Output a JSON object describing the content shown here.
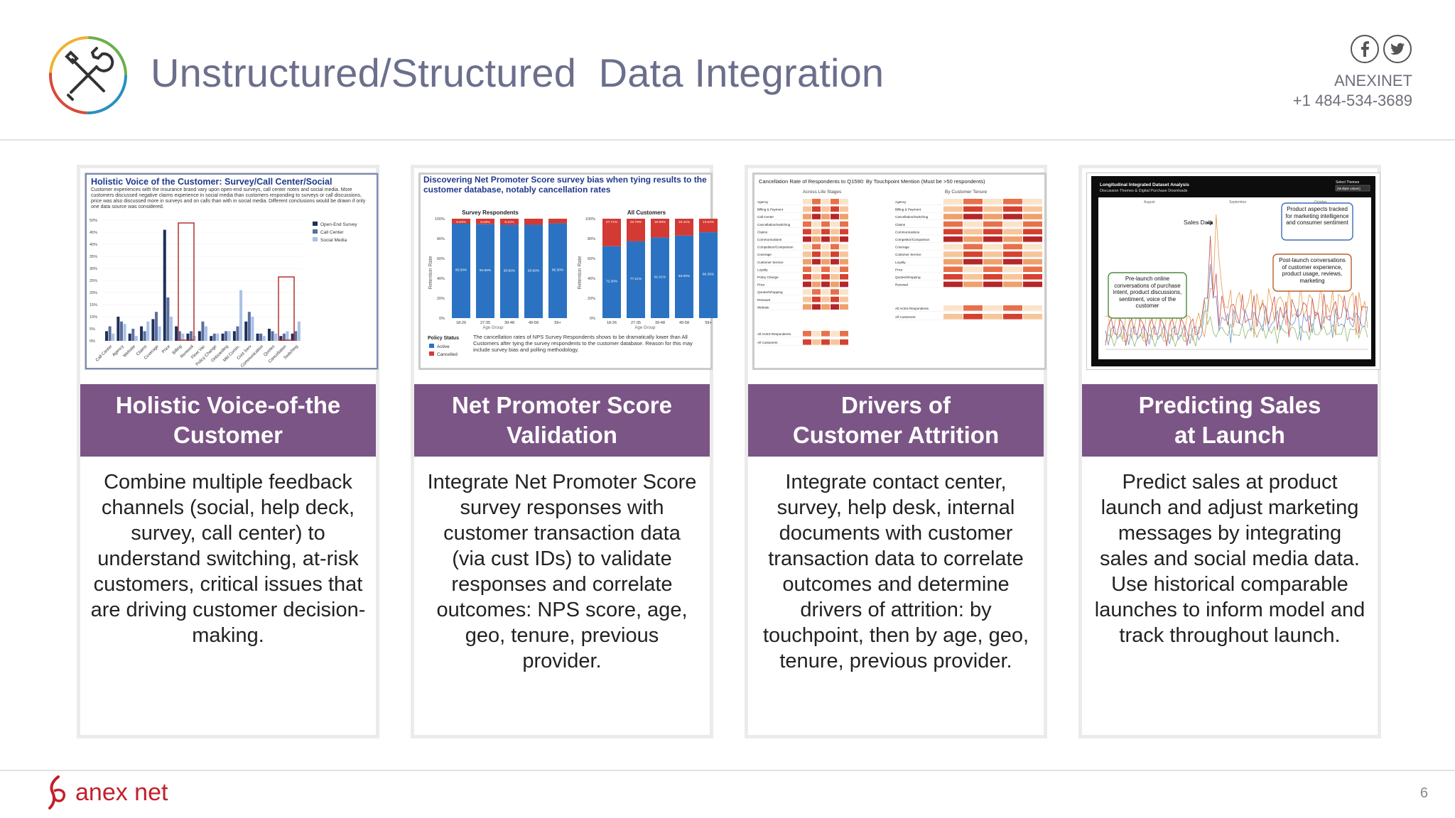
{
  "header": {
    "title": "Unstructured/Structured  Data Integration",
    "company": "ANEXINET",
    "phone": "+1 484-534-3689",
    "icons": [
      "tools-icon",
      "facebook-icon",
      "twitter-icon"
    ]
  },
  "cards": [
    {
      "band": [
        "Holistic Voice-of-the",
        "Customer"
      ],
      "desc": "Combine multiple feedback channels (social, help deck, survey, call center) to understand switching, at-risk customers, critical issues that are driving customer decision-making.",
      "thumb": {
        "title": "Holistic Voice of the Customer: Survey/Call Center/Social",
        "body": "Customer experiences with the insurance brand vary upon open-end surveys, call center notes and social media. More customers discussed negative claims experience in social media than customers responding to surveys or call discussions, price was also discussed more in surveys and on calls than with in social media. Different conclusions would be drawn if only one data source was considered.",
        "legend": [
          "Open-End Survey",
          "Call Center",
          "Social Media"
        ],
        "yticks": [
          "50%",
          "45%",
          "40%",
          "35%",
          "30%",
          "25%",
          "20%",
          "15%",
          "10%",
          "5%",
          "0%"
        ],
        "categories": [
          "Call Center",
          "Agency",
          "Website",
          "Claims",
          "Coverage",
          "Price",
          "Billing",
          "Renewal",
          "Fleet Vac",
          "Policy Change",
          "Onboarding",
          "Mkt Comm.",
          "Cust Serv",
          "Communication",
          "Quotes",
          "Cancellation",
          "Switching"
        ]
      }
    },
    {
      "band": [
        "Net Promoter Score",
        "Validation"
      ],
      "desc": "Integrate Net Promoter Score survey responses with customer transaction data (via cust IDs) to validate responses and correlate outcomes: NPS score, age, geo, tenure, previous provider.",
      "thumb": {
        "title": "Discovering Net Promoter Score survey bias when tying results to the customer database, notably cancellation rates",
        "left_title": "Survey Respondents",
        "right_title": "All Customers",
        "ylabel": "Retention Rate",
        "xlabel": "Age Group",
        "groups": [
          "18-26",
          "27-35",
          "39-48",
          "49-58",
          "59+"
        ],
        "yticks": [
          "100%",
          "80%",
          "60%",
          "40%",
          "20%",
          "0%"
        ],
        "left_active_labels": [
          "95.00%",
          "94.50%",
          "93.90%",
          "93.90%",
          "95.30%"
        ],
        "left_cancel_labels": [
          "5.61%",
          "6.02%",
          "6.11%",
          "",
          ""
        ],
        "right_active_labels": [
          "72.30%",
          "77.21%",
          "81.01%",
          "83.00%",
          "86.36%"
        ],
        "right_cancel_labels": [
          "27.71%",
          "22.79%",
          "18.99%",
          "16.41%",
          "13.64%"
        ],
        "policy_status": "Policy Status",
        "legend": [
          "Active",
          "Cancelled"
        ],
        "note": "The cancellation rates of NPS Survey Respondents shows to be dramatically lower than All Customers after tying the survey respondents to the customer database. Reason for this may include survey bias and polling methodology."
      }
    },
    {
      "band": [
        "Drivers of",
        "Customer Attrition"
      ],
      "desc": "Integrate contact center, survey, help desk, internal documents with customer transaction data to correlate outcomes and determine drivers of attrition: by touchpoint, then by age, geo, tenure, previous provider.",
      "thumb": {
        "title": "Cancellation Rate of Respondents to Q1590: By Touchpoint Mention (Must be >50 respondents)",
        "left_header": "Across Life Stages",
        "right_header": "By Customer Tenure",
        "rows_left": [
          "Agency",
          "Billing & Payment",
          "Call Center",
          "Cancellation/Switching",
          "Claims",
          "Communications",
          "Competition/Comparison",
          "Coverage",
          "Customer Service",
          "Loyalty",
          "Policy Change",
          "Price",
          "Quotes/Shopping",
          "Renewal",
          "Website",
          "All ACES Respondents",
          "All Customers"
        ],
        "rows_right": [
          "Agency",
          "Billing & Payment",
          "Cancellation/Switching",
          "Claims",
          "Communications",
          "Competitor/Comparison",
          "Coverage",
          "Customer Service",
          "Loyalty",
          "Price",
          "Quotes/Shopping",
          "Renewal",
          "All ACES Respondents",
          "All Customers"
        ]
      }
    },
    {
      "band": [
        "Predicting Sales",
        "at Launch"
      ],
      "desc": "Predict sales at product launch and adjust marketing messages by integrating sales and social media data. Use historical comparable launches to inform model and track throughout launch.",
      "thumb": {
        "title": "Longitudinal Integrated Dataset Analysis",
        "subtitle": "Discussion Themes & Digital Purchase Downloads",
        "select_label": "Select Themes",
        "select_value": "(Multiple values)",
        "months": [
          "August",
          "September",
          "October"
        ],
        "callout_sales": "Sales Data",
        "callout_prelaunch": "Pre-launch online conversations of purchase intent, product discussions, sentiment, voice of the customer",
        "callout_aspects": "Product aspects tracked for marketing intelligence and consumer sentiment",
        "callout_postlaunch": "Post-launch conversations of customer experience, product usage, reviews, marketing"
      }
    }
  ],
  "footer": {
    "logo_text": "anex net",
    "page_number": "6"
  },
  "colors": {
    "title": "#6b6f8c",
    "band": "#7b5585",
    "brand_red": "#c21f2b"
  }
}
